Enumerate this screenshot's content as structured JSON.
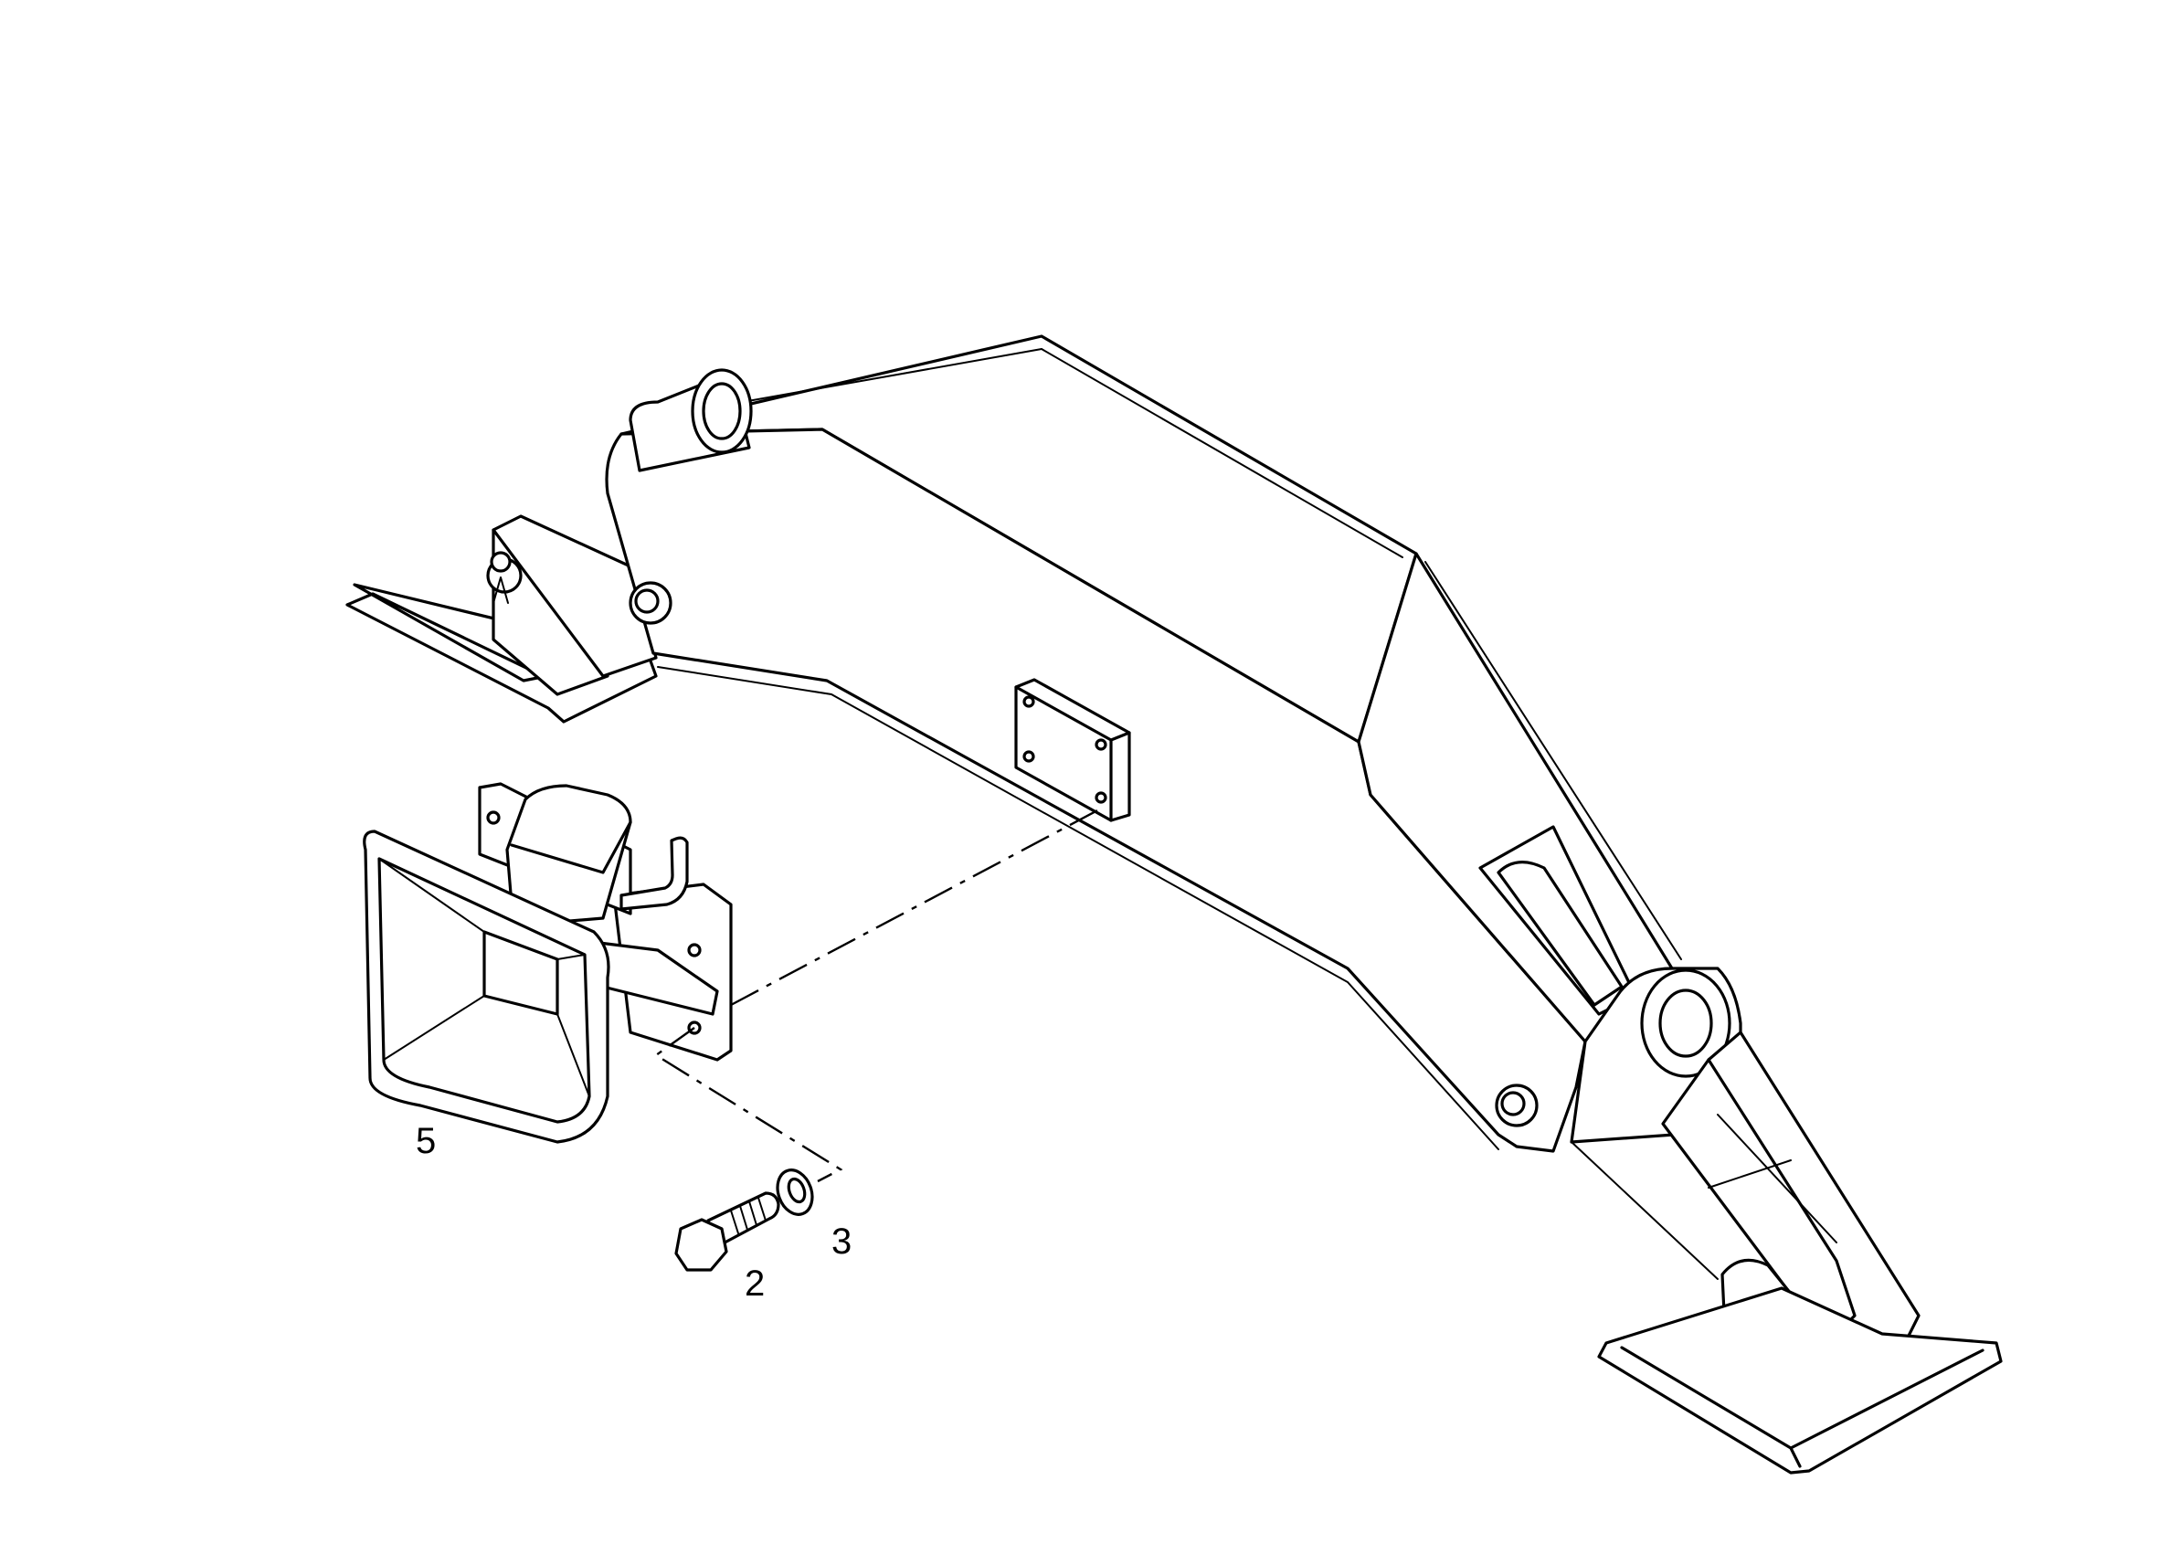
{
  "callouts": [
    {
      "id": "callout-5",
      "text": "5"
    },
    {
      "id": "callout-2",
      "text": "2"
    },
    {
      "id": "callout-3",
      "text": "3"
    }
  ]
}
